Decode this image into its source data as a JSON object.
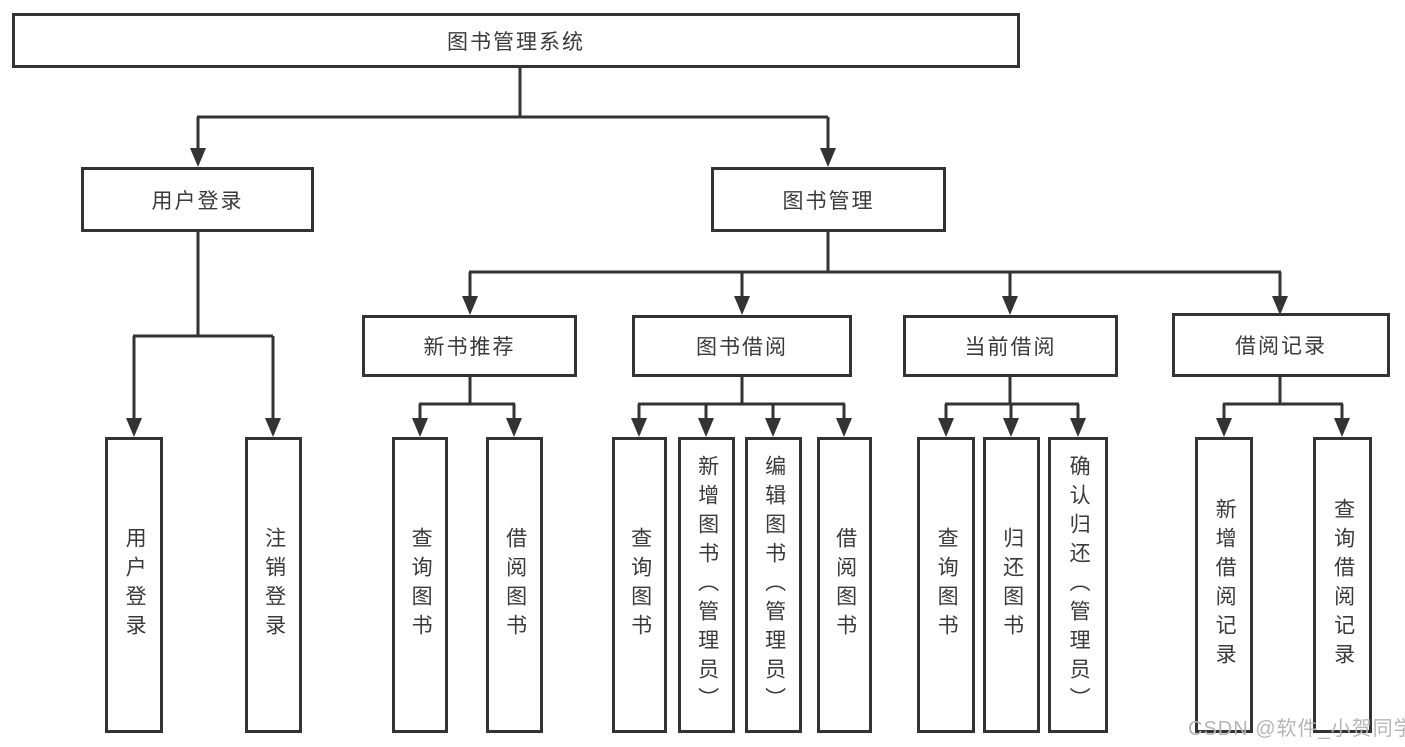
{
  "diagram": {
    "title": "图书管理系统",
    "branches": [
      {
        "label": "用户登录",
        "children": [
          "用户登录",
          "注销登录"
        ]
      },
      {
        "label": "图书管理",
        "sections": [
          {
            "label": "新书推荐",
            "children": [
              "查询图书",
              "借阅图书"
            ]
          },
          {
            "label": "图书借阅",
            "children": [
              "查询图书",
              "新增图书（管理员）",
              "编辑图书（管理员）",
              "借阅图书"
            ]
          },
          {
            "label": "当前借阅",
            "children": [
              "查询图书",
              "归还图书",
              "确认归还（管理员）"
            ]
          },
          {
            "label": "借阅记录",
            "children": [
              "新增借阅记录",
              "查询借阅记录"
            ]
          }
        ]
      }
    ]
  },
  "watermark": "CSDN @软件_小贺同学",
  "colors": {
    "line": "#333333",
    "box_border": "#333333",
    "text": "#3a3a3a",
    "watermark": "#b5b5b5",
    "background": "#ffffff"
  }
}
